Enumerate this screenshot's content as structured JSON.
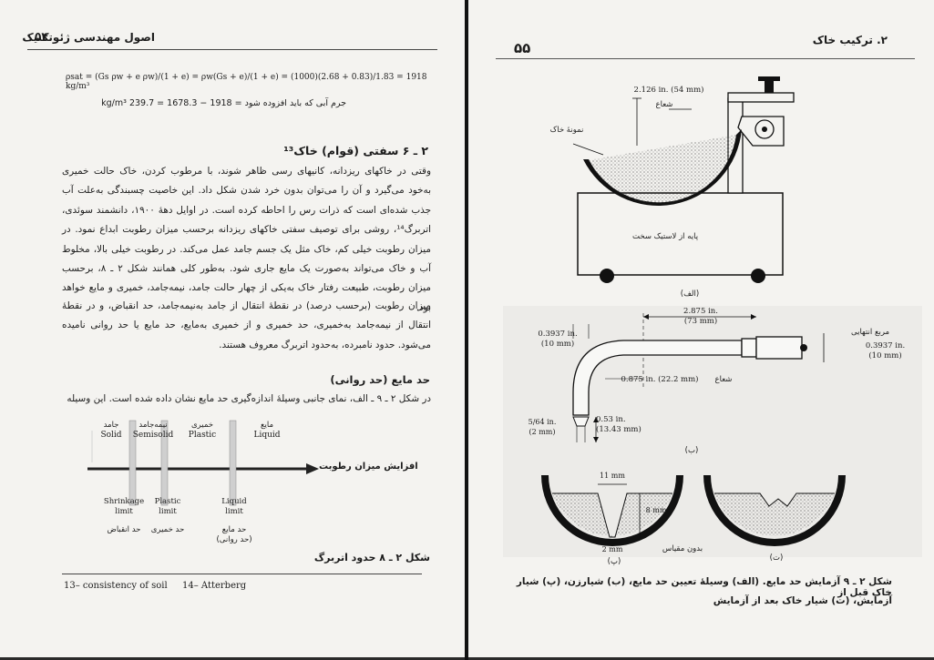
{
  "left": {
    "header_title": "اصول مهندسی ژئوتکنیک",
    "page_number": "۵۴",
    "eq1": "ρsat = (Gs ρw + e ρw)/(1 + e) = ρw(Gs + e)/(1 + e) = (1000)(2.68 + 0.83)/1.83 = 1918 kg/m³",
    "eq2": "جرم آبی که باید افزوده شود = 1918 − 1678.3 = 239.7 kg/m³",
    "section_heading": "۲ ـ ۶   سفتی (قوام) خاک¹³",
    "para1": "وقتی در خاکهای ریزدانه، کانیهای رسی ظاهر شوند، با مرطوب کردن، خاک حالت خمیری به‌خود می‌گیرد و آن را می‌توان بدون خرد شدن شکل داد. این خاصیت چسبندگی به‌علت آب جذب شده‌ای است که ذرات رس را احاطه کرده است. در اوایل دههٔ ۱۹۰۰، دانشمند سوئدی، اتربرگ¹⁴، روشی برای توصیف سفتی خاکهای ریزدانه برحسب میزان رطوبت ابداع نمود. در میزان رطوبت خیلی کم، خاک مثل یک جسم جامد عمل می‌کند. در رطوبت خیلی بالا، مخلوط آب و خاک می‌تواند به‌صورت یک مایع جاری شود. به‌طور کلی همانند شکل ۲ ـ ۸، برحسب میزان رطوبت، طبیعت رفتار خاک به‌یکی از چهار حالت جامد، نیمه‌جامد، خمیری و مایع خواهد بود.",
    "para2": "میزان رطوبت (برحسب درصد) در نقطهٔ انتقال از جامد به‌نیمه‌جامد، حد انقباض، و در نقطهٔ انتقال از نیمه‌جامد به‌خمیری، حد خمیری و از خمیری به‌مایع، حد مایع یا حد روانی نامیده می‌شود. حدود نامبرده، به‌حدود اتربرگ معروف هستند.",
    "subheading": "حد مایع (حد روانی)",
    "para3": "در شکل ۲ ـ ۹ ـ الف، نمای جانبی وسیلهٔ اندازه‌گیری حد مایع نشان داده شده است. این وسیله",
    "fig_states": [
      {
        "fa": "جامد",
        "en": "Solid"
      },
      {
        "fa": "نیمه‌جامد",
        "en": "Semisolid"
      },
      {
        "fa": "خمیری",
        "en": "Plastic"
      },
      {
        "fa": "مایع",
        "en": "Liquid"
      }
    ],
    "fig_arrow_label": "افزایش میزان رطوبت",
    "fig_limits": [
      {
        "en": "Shrinkage limit",
        "fa": "حد انقباض"
      },
      {
        "en": "Plastic limit",
        "fa": "حد خمیری"
      },
      {
        "en": "Liquid limit",
        "fa": "حد مایع\n(حد روانی)"
      }
    ],
    "fig_caption": "شکل ۲ ـ ۸   حدود اتربرگ",
    "footnote1": "13– consistency of soil",
    "footnote2": "14– Atterberg"
  },
  "right": {
    "header_title": "۲. ترکیب خاک",
    "page_number": "۵۵",
    "figA": {
      "dim_top": "2.126 in. (54 mm)",
      "label_groover": "شعاع",
      "label_soil": "نمونهٔ خاک",
      "label_base": "پایه از لاستیک سخت",
      "sub": "(الف)"
    },
    "figB": {
      "dim_len": "2.875 in.",
      "dim_len_mm": "(73 mm)",
      "dim_tip": "0.3937 in.",
      "dim_tip_mm": "(10 mm)",
      "label_square": "مربع انتهایی",
      "dim_square": "0.3937 in.",
      "dim_square_mm": "(10 mm)",
      "dim_radius": "0.875 in. (22.2 mm)",
      "label_radius": "شعاع",
      "dim_frac": "5/64 in.",
      "dim_frac_mm": "(2 mm)",
      "dim_053": "0.53 in.",
      "dim_053_mm": "(13.43 mm)",
      "sub": "(ب)"
    },
    "figC": {
      "dim_11": "11 mm",
      "dim_8": "8 mm",
      "dim_2": "2 mm",
      "label_noscale": "بدون مقیاس",
      "sub_p": "(پ)",
      "sub_t": "(ت)"
    },
    "caption_line1": "شکل ۲ ـ ۹  آزمایش حد مایع. (الف) وسیلهٔ تعیین حد مایع، (ب) شیارزن، (پ) شیار خاک قبل از",
    "caption_line2": "آزمایش، (ت) شیار خاک بعد از آزمایش"
  }
}
